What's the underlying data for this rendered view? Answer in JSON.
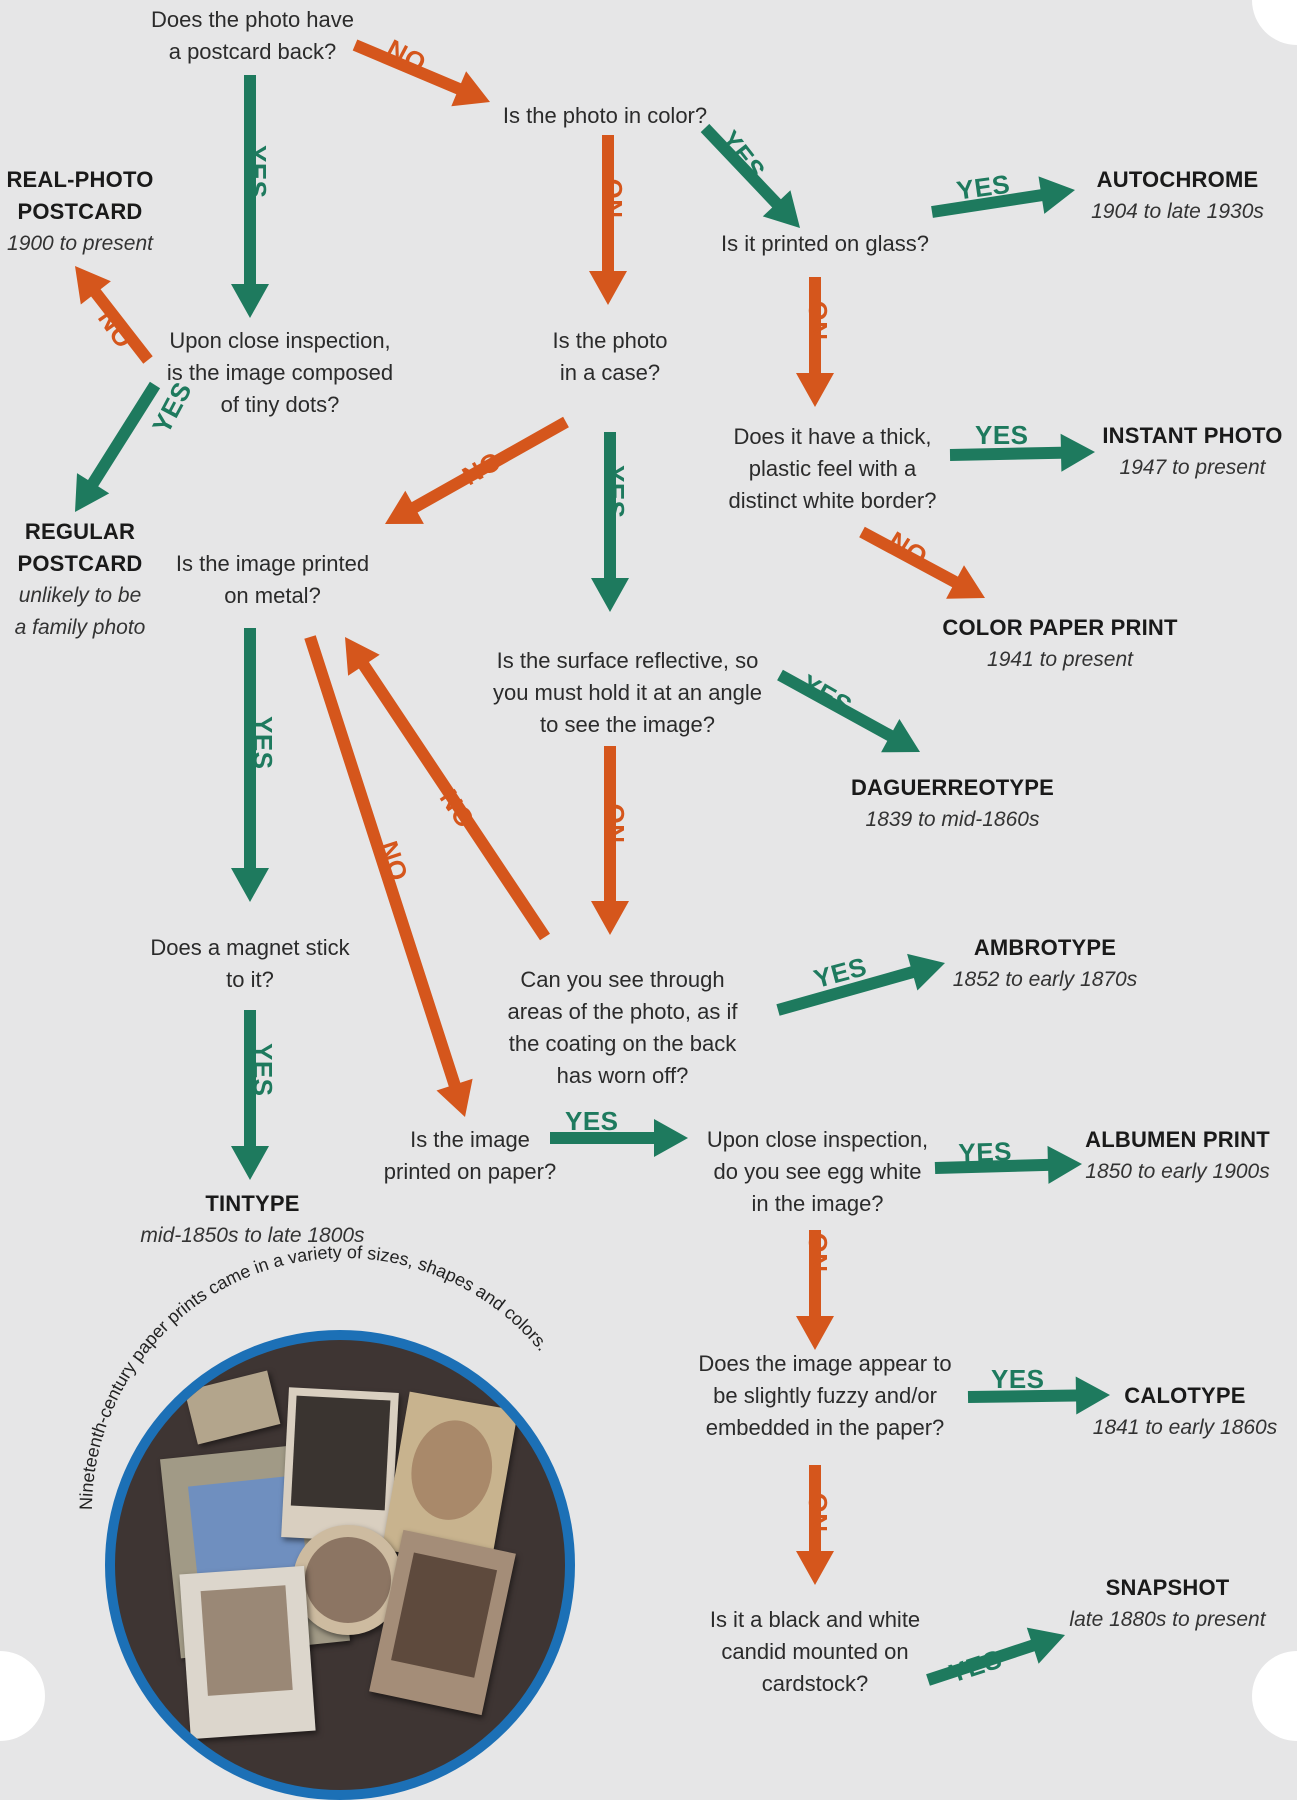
{
  "questions": {
    "postcard_back": "Does the photo have\na postcard back?",
    "color": "Is the photo in color?",
    "glass": "Is it printed on glass?",
    "tiny_dots": "Upon close inspection,\nis the image composed\nof tiny dots?",
    "case": "Is the photo\nin a case?",
    "thick_plastic": "Does it have a thick,\nplastic feel with a\ndistinct white border?",
    "metal": "Is the image printed\non metal?",
    "reflective": "Is the surface reflective, so\nyou must hold it at an angle\nto see the image?",
    "magnet": "Does a magnet stick\nto it?",
    "see_through": "Can you see through\nareas of the photo, as if\nthe coating on the back\nhas worn off?",
    "paper": "Is the image\nprinted on paper?",
    "egg_white": "Upon close inspection,\ndo you see egg white\nin the image?",
    "fuzzy": "Does the image appear to\nbe slightly fuzzy and/or\nembedded in the paper?",
    "candid": "Is it a black and white\ncandid mounted on\ncardstock?"
  },
  "results": {
    "real_photo_postcard": {
      "name": "REAL-PHOTO\nPOSTCARD",
      "dates": "1900 to present"
    },
    "regular_postcard": {
      "name": "REGULAR\nPOSTCARD",
      "dates": "unlikely to be\na family photo"
    },
    "autochrome": {
      "name": "AUTOCHROME",
      "dates": "1904 to late 1930s"
    },
    "instant_photo": {
      "name": "INSTANT PHOTO",
      "dates": "1947 to present"
    },
    "color_paper_print": {
      "name": "COLOR PAPER PRINT",
      "dates": "1941 to present"
    },
    "daguerreotype": {
      "name": "DAGUERREOTYPE",
      "dates": "1839 to mid-1860s"
    },
    "ambrotype": {
      "name": "AMBROTYPE",
      "dates": "1852 to early 1870s"
    },
    "tintype": {
      "name": "TINTYPE",
      "dates": "mid-1850s to late 1800s"
    },
    "albumen_print": {
      "name": "ALBUMEN PRINT",
      "dates": "1850 to early 1900s"
    },
    "calotype": {
      "name": "CALOTYPE",
      "dates": "1841 to early 1860s"
    },
    "snapshot": {
      "name": "SNAPSHOT",
      "dates": "late 1880s to present"
    }
  },
  "labels": {
    "yes": "YES",
    "no": "NO"
  },
  "caption": "Nineteenth-century paper prints came in a variety of sizes, shapes and colors.",
  "colors": {
    "yes": "#1e7a5e",
    "no": "#d5561c",
    "background": "#e6e6e7",
    "photo_ring": "#1c70b6"
  }
}
